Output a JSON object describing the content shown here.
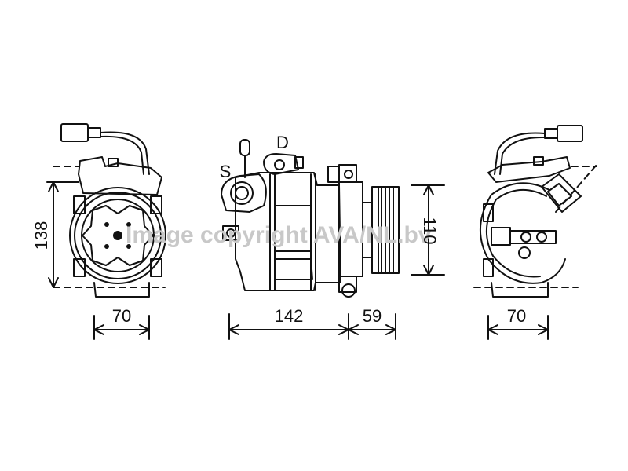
{
  "watermark": "Image copyright AVA/NL.bv",
  "views": {
    "left": {
      "height_dim": "138",
      "width_dim": "70"
    },
    "side": {
      "suction_label": "S",
      "discharge_label": "D",
      "length_dim": "142",
      "pulley_dim": "59",
      "height_dim": "110"
    },
    "right": {
      "width_dim": "70"
    }
  },
  "colors": {
    "line": "#111111",
    "watermark": "#c8c8c8"
  }
}
